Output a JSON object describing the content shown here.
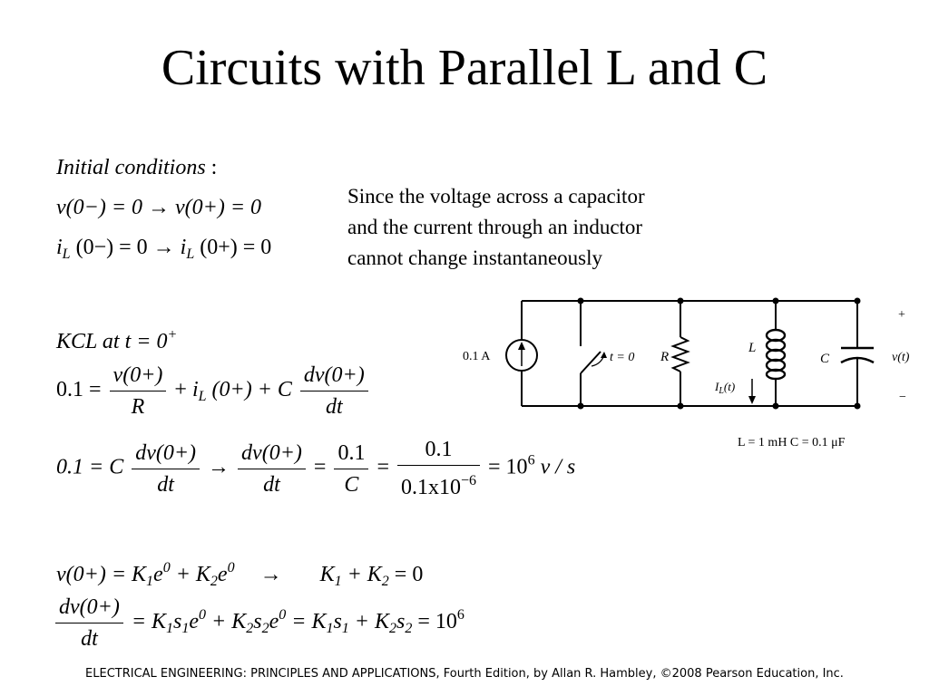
{
  "slide": {
    "title": "Circuits with Parallel L and C",
    "footer": "ELECTRICAL ENGINEERING: PRINCIPLES AND APPLICATIONS, Fourth Edition, by Allan R. Hambley, ©2008 Pearson Education, Inc."
  },
  "initial_conditions": {
    "label": "Initial conditions",
    "colon": " :",
    "eq_voltage": "v(0−) = 0 → v(0+) = 0",
    "eq_current_i": "i",
    "eq_current_sub": "L",
    "eq_current_mid": " (0−) = 0 → ",
    "eq_current_i2": "i",
    "eq_current_sub2": "L",
    "eq_current_end": " (0+) = 0"
  },
  "note": {
    "line1": "Since the voltage across a capacitor",
    "line2": "and the current through an inductor",
    "line3": "cannot change instantaneously"
  },
  "kcl": {
    "label": "KCL at t = 0",
    "label_sup": "+"
  },
  "equations": {
    "e1_lhs": "0.1 =",
    "e1_f1_num": "v(0+)",
    "e1_f1_den": "R",
    "e1_mid_plus": "+",
    "e1_i": "i",
    "e1_sub": "L",
    "e1_mid": " (0+) + C",
    "e1_f2_num": "dv(0+)",
    "e1_f2_den": "dt",
    "e2_lhs": "0.1 = C",
    "e2_f1_num": "dv(0+)",
    "e2_f1_den": "dt",
    "e2_arrow": "→",
    "e2_f2_num": "dv(0+)",
    "e2_f2_den": "dt",
    "e2_eq1": "=",
    "e2_f3_num": "0.1",
    "e2_f3_den": "C",
    "e2_eq2": "=",
    "e2_f4_num": "0.1",
    "e2_f4_den": "0.1x10",
    "e2_f4_den_sup": "−6",
    "e2_rhs": "= 10",
    "e2_rhs_sup": "6",
    "e2_unit": " v / s",
    "e3_lhs": "v(0+) = K",
    "e3_s1": "1",
    "e3_e1": "e",
    "e3_p1": "0",
    "e3_plus": " + K",
    "e3_s2": "2",
    "e3_e2": "e",
    "e3_p2": "0",
    "e3_arrow": "→",
    "e3_rhs_K": "K",
    "e3_rhs_s1": "1",
    "e3_rhs_plus": " + K",
    "e3_rhs_s2": "2",
    "e3_rhs_end": " = 0",
    "e4_f_num": "dv(0+)",
    "e4_f_den": "dt",
    "e4_a": "= K",
    "e4_a_s1": "1",
    "e4_b": "s",
    "e4_b_s1": "1",
    "e4_c": "e",
    "e4_c_p": "0",
    "e4_d": " + K",
    "e4_d_s2": "2",
    "e4_e": "s",
    "e4_e_s2": "2",
    "e4_f": "e",
    "e4_f_p": "0",
    "e4_g": " = K",
    "e4_g_s1": "1",
    "e4_h": "s",
    "e4_h_s1": "1",
    "e4_i": " + K",
    "e4_i_s2": "2",
    "e4_j": "s",
    "e4_j_s2": "2",
    "e4_k": " = 10",
    "e4_k_sup": "6"
  },
  "circuit": {
    "source_label": "0.1 A",
    "switch_label": "t = 0",
    "resistor_label": "R",
    "inductor_label": "L",
    "capacitor_label": "C",
    "current_label_i": "I",
    "current_label_sub": "L",
    "current_label_end": "(t)",
    "voltage_label": "v(t)",
    "plus_sign": "+",
    "minus_sign": "−",
    "values_label": "L = 1 mH  C = 0.1 μF"
  }
}
